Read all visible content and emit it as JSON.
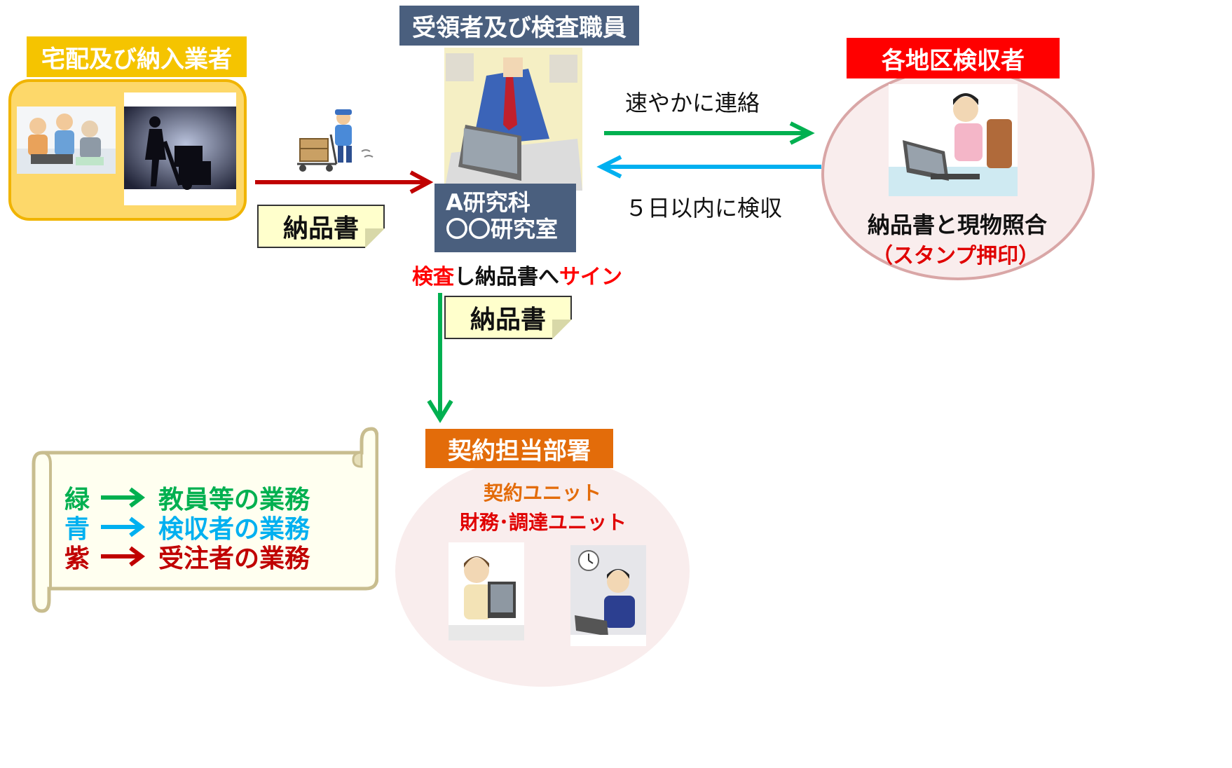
{
  "vendor": {
    "title": "宅配及び納入業者",
    "title_bg": "#f5c400",
    "panel_bg": "#fdd86a",
    "panel_border": "#f0b400"
  },
  "receiver": {
    "title": "受領者及び検査職員",
    "title_bg": "#4a5f7e",
    "lab_line1": "A研究科",
    "lab_line2": "〇〇研究室",
    "lab_bg": "#4a5f7e",
    "action_red1": "検査",
    "action_black": "し納品書へ",
    "action_red2": "サイン"
  },
  "inspector": {
    "title": "各地区検収者",
    "title_bg": "#ff0000",
    "circle_bg": "#f9eded",
    "circle_border": "#d9a6a6",
    "task": "納品書と現物照合",
    "stamp": "（スタンプ押印）"
  },
  "contract": {
    "title": "契約担当部署",
    "title_bg": "#e36c0a",
    "unit1": "契約ユニット",
    "unit2": "財務･調達ユニット",
    "circle_bg": "#f9eded"
  },
  "docs": {
    "left": "納品書",
    "center": "納品書"
  },
  "arrows": {
    "contact": "速やかに連絡",
    "inspect": "５日以内に検収",
    "green": "#00b050",
    "blue": "#00b0f0",
    "red": "#c00000"
  },
  "legend": {
    "rows": [
      {
        "key": "緑",
        "label": "教員等の業務",
        "color": "#00b050"
      },
      {
        "key": "青",
        "label": "検収者の業務",
        "color": "#00b0f0"
      },
      {
        "key": "紫",
        "label": "受注者の業務",
        "color": "#c00000"
      }
    ]
  }
}
